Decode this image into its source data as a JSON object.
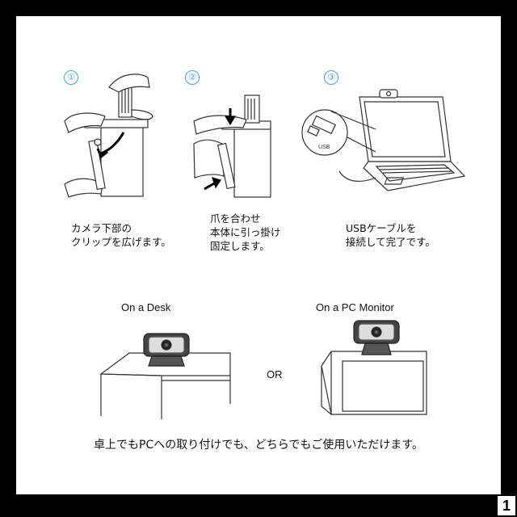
{
  "steps": [
    {
      "num": "①",
      "lines": [
        "カメラ下部の",
        "クリップを広げます。"
      ]
    },
    {
      "num": "②",
      "lines": [
        "爪を合わせ",
        "本体に引っ掛け",
        "固定します。"
      ]
    },
    {
      "num": "③",
      "lines": [
        "USBケーブルを",
        "接続して完了です。"
      ]
    }
  ],
  "usb_label": "USB",
  "mounts": {
    "desk": "On a Desk",
    "monitor": "On a PC Monitor",
    "or": "OR"
  },
  "bottom_note": "卓上でもPCへの取り付けでも、どちらでもご使用いただけます。",
  "page_badge": "1",
  "colors": {
    "step_number": "#4aa3df",
    "frame": "#000000",
    "background": "#ffffff"
  }
}
